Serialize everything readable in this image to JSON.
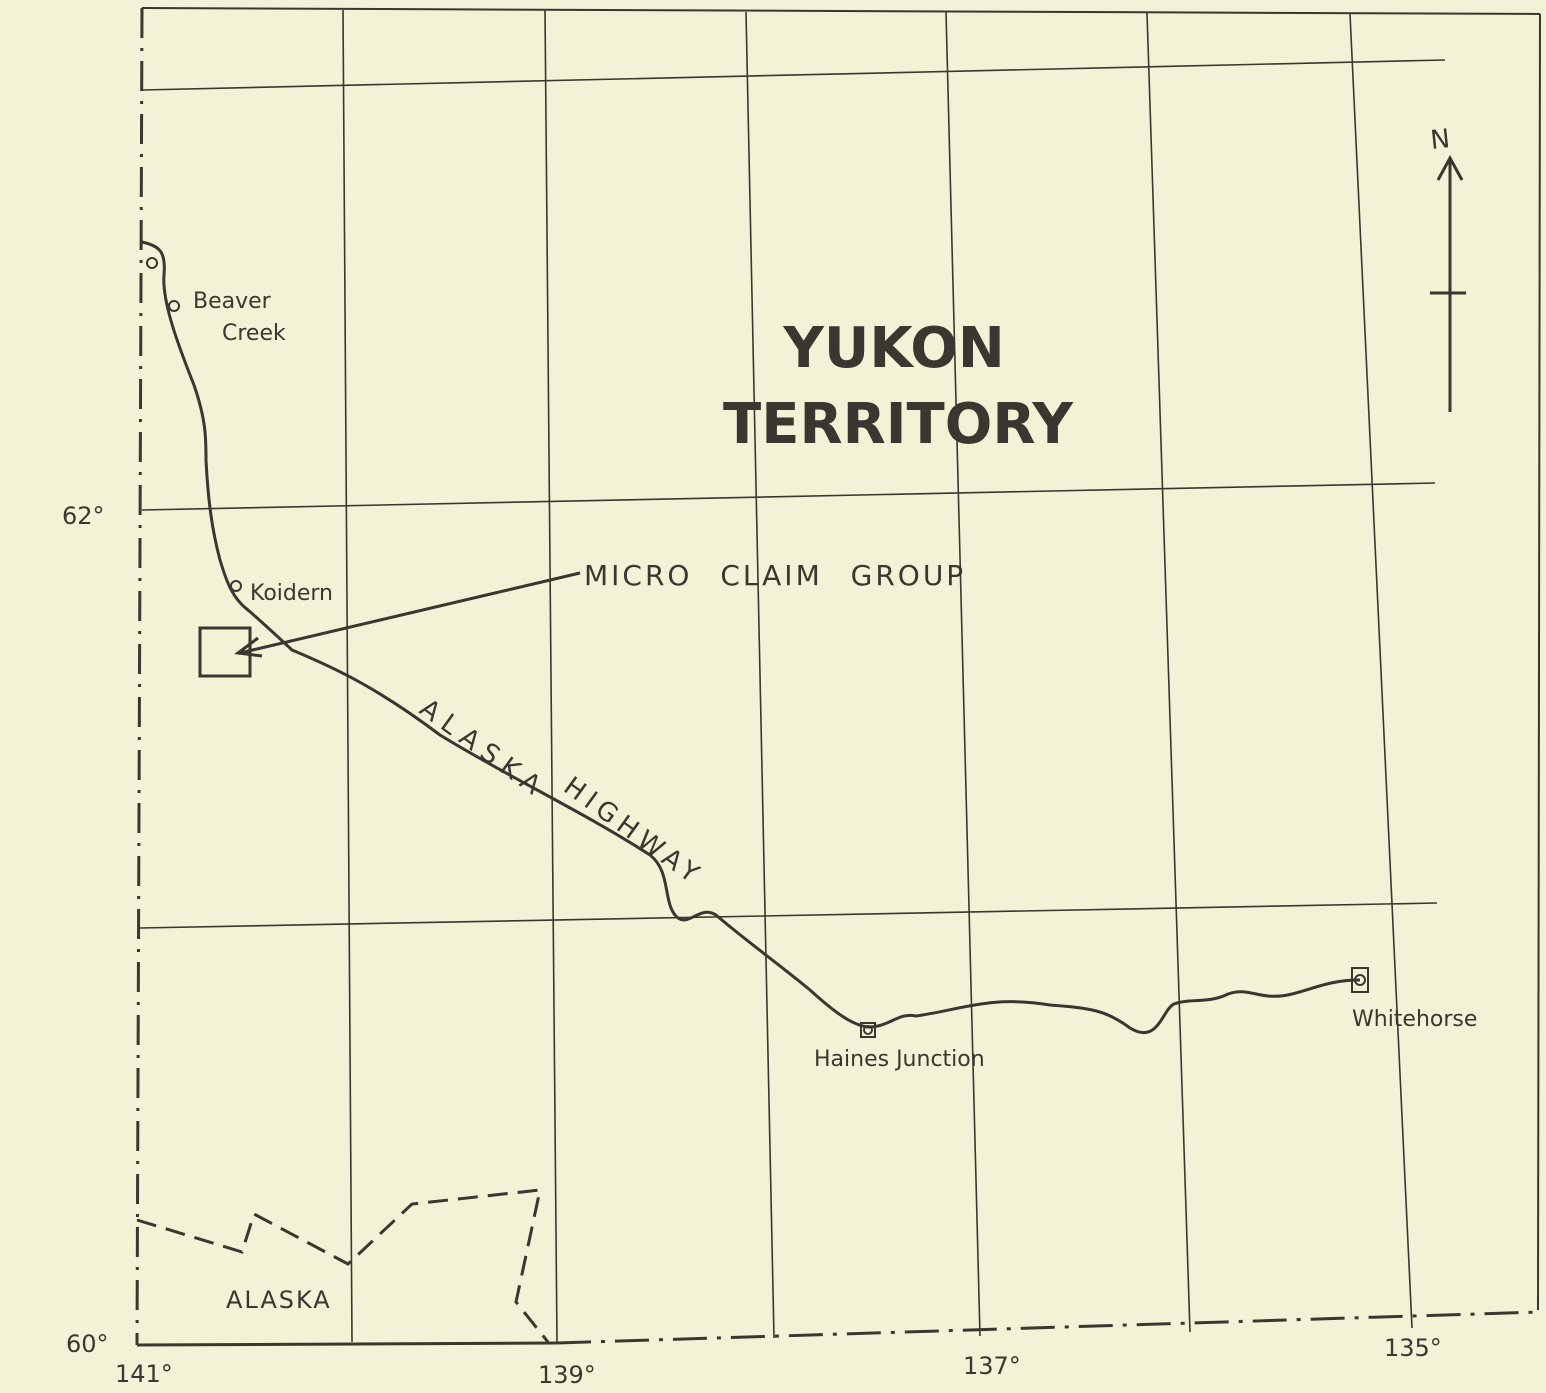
{
  "map": {
    "region_title_line1": "YUKON",
    "region_title_line2": "TERRITORY",
    "callout": "MICRO CLAIM GROUP",
    "highway_word1": "ALASKA",
    "highway_word2": "HIGHWAY",
    "places": {
      "beaver_line1": "Beaver",
      "beaver_line2": "Creek",
      "koidern": "Koidern",
      "haines": "Haines Junction",
      "whitehorse": "Whitehorse",
      "alaska": "ALASKA"
    },
    "lat_labels": {
      "lat62": "62°",
      "lat60": "60°"
    },
    "lon_labels": {
      "lon141": "141°",
      "lon139": "139°",
      "lon137": "137°",
      "lon135": "135°"
    },
    "north_label": "N",
    "colors": {
      "paper": "#f3f2d6",
      "ink": "#3a3630",
      "grid": "#4a463e"
    }
  }
}
